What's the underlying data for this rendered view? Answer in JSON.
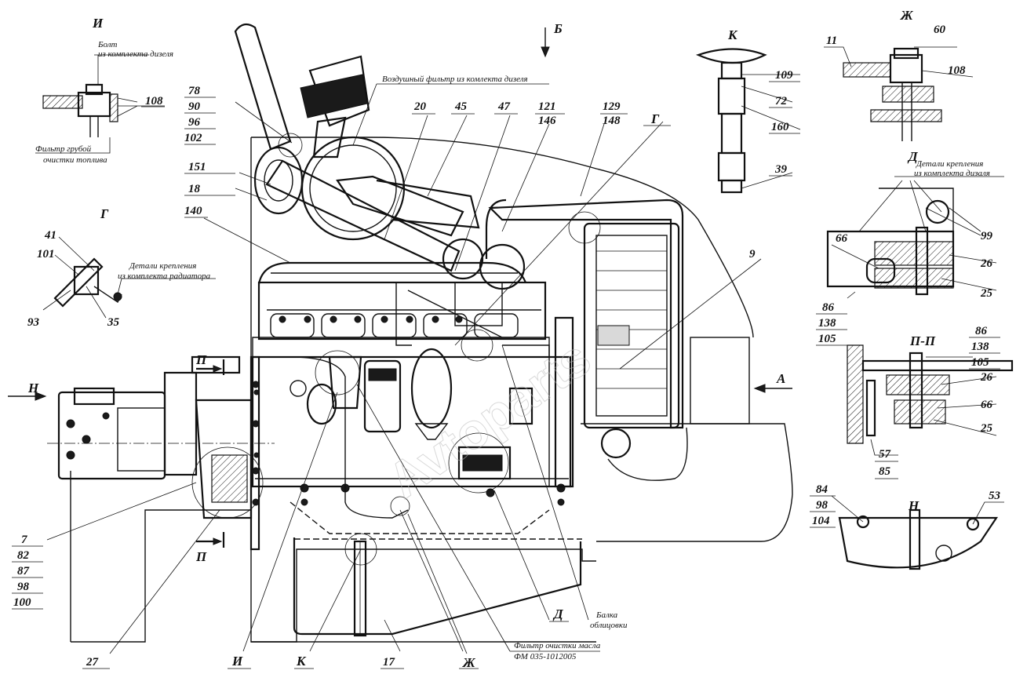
{
  "views": {
    "I": "И",
    "G": "Г",
    "B": "Б",
    "K": "К",
    "ZH": "Ж",
    "D": "Д",
    "PP": "П-П",
    "N": "Н",
    "P": "П",
    "A": "А",
    "Nview": "Н"
  },
  "notes": {
    "bolt_1": "Болт",
    "bolt_2": "из комплекта дизеля",
    "fuel_filter_1": "Фильтр грубой",
    "fuel_filter_2": "очистки топлива",
    "radiator_fix_1": "Детали крепления",
    "radiator_fix_2": "из комплекта радиатора",
    "air_filter": "Воздушный фильтр из комлекта дизеля",
    "diesel_fix_1": "Детали крепления",
    "diesel_fix_2": "из комплекта дизаля",
    "beam_1": "Балка",
    "beam_2": "облицовки",
    "oil_filter_1": "Фильтр очистки масла",
    "oil_filter_2": "ФМ 035-1012005"
  },
  "positions": {
    "p108a": "108",
    "p78": "78",
    "p90": "90",
    "p96": "96",
    "p102": "102",
    "p151": "151",
    "p18": "18",
    "p140": "140",
    "p41": "41",
    "p101": "101",
    "p93": "93",
    "p35": "35",
    "p20": "20",
    "p45": "45",
    "p47": "47",
    "p121": "121",
    "p146": "146",
    "p129": "129",
    "p148": "148",
    "p9": "9",
    "p109": "109",
    "p72": "72",
    "p160": "160",
    "p39": "39",
    "p11": "11",
    "p60": "60",
    "p108b": "108",
    "p66a": "66",
    "p99": "99",
    "p26a": "26",
    "p25a": "25",
    "p86a": "86",
    "p138a": "138",
    "p105a": "105",
    "p86b": "86",
    "p138b": "138",
    "p105b": "105",
    "p26b": "26",
    "p66b": "66",
    "p25b": "25",
    "p57": "57",
    "p85": "85",
    "p84": "84",
    "p98b": "98",
    "p104": "104",
    "p53": "53",
    "p7": "7",
    "p82": "82",
    "p87": "87",
    "p98a": "98",
    "p100": "100",
    "p27": "27",
    "p17": "17"
  },
  "watermark": "Avtoparts"
}
